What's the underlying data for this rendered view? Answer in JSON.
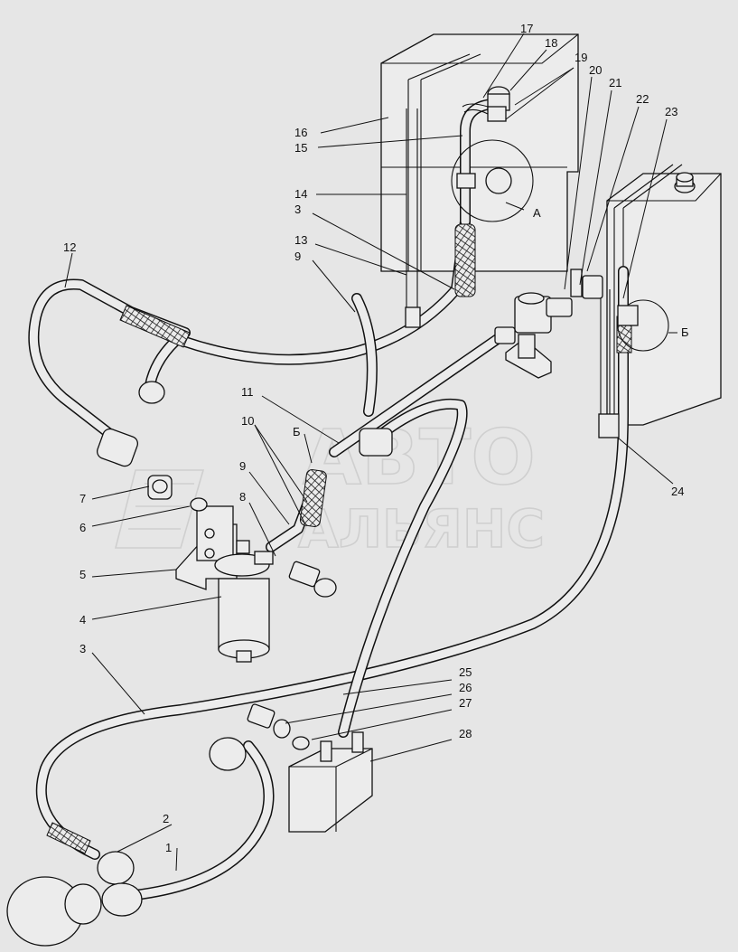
{
  "callouts": [
    {
      "id": "c1",
      "text": "1"
    },
    {
      "id": "c2",
      "text": "2"
    },
    {
      "id": "c3a",
      "text": "3"
    },
    {
      "id": "c3b",
      "text": "3"
    },
    {
      "id": "c4",
      "text": "4"
    },
    {
      "id": "c5",
      "text": "5"
    },
    {
      "id": "c6",
      "text": "6"
    },
    {
      "id": "c7",
      "text": "7"
    },
    {
      "id": "c8",
      "text": "8"
    },
    {
      "id": "c9a",
      "text": "9"
    },
    {
      "id": "c9b",
      "text": "9"
    },
    {
      "id": "c10",
      "text": "10"
    },
    {
      "id": "c11",
      "text": "11"
    },
    {
      "id": "c12",
      "text": "12"
    },
    {
      "id": "c13",
      "text": "13"
    },
    {
      "id": "c14",
      "text": "14"
    },
    {
      "id": "c15",
      "text": "15"
    },
    {
      "id": "c16",
      "text": "16"
    },
    {
      "id": "c17",
      "text": "17"
    },
    {
      "id": "c18",
      "text": "18"
    },
    {
      "id": "c19",
      "text": "19"
    },
    {
      "id": "c20",
      "text": "20"
    },
    {
      "id": "c21",
      "text": "21"
    },
    {
      "id": "c22",
      "text": "22"
    },
    {
      "id": "c23",
      "text": "23"
    },
    {
      "id": "c24",
      "text": "24"
    },
    {
      "id": "c25",
      "text": "25"
    },
    {
      "id": "c26",
      "text": "26"
    },
    {
      "id": "c27",
      "text": "27"
    },
    {
      "id": "c28",
      "text": "28"
    },
    {
      "id": "vA",
      "text": "А"
    },
    {
      "id": "vB1",
      "text": "Б"
    },
    {
      "id": "vB2",
      "text": "Б"
    }
  ],
  "watermark": {
    "line1": "АВТО",
    "line2": "АЛЬЯНС"
  },
  "colors": {
    "background": "#e6e6e6",
    "line": "#111111",
    "part_fill": "#ececec",
    "watermark": "#cfcfcf"
  }
}
